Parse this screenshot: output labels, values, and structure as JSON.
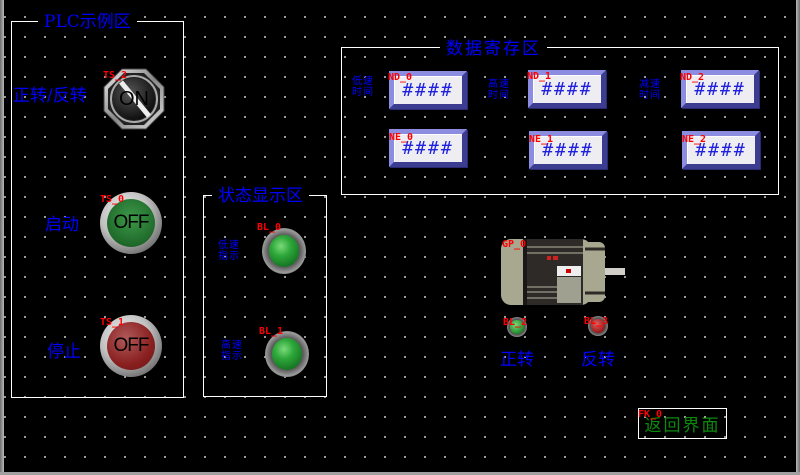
{
  "plc_area": {
    "title": "PLC示例区",
    "toggle": {
      "label": "正转/反转",
      "tag": "TS_2",
      "state_text": "ON",
      "icon": "toggle-switch-icon"
    },
    "start": {
      "label": "启动",
      "tag": "TS_0",
      "state_text": "OFF",
      "color": "#1f6a2a"
    },
    "stop": {
      "label": "停止",
      "tag": "TS_1",
      "state_text": "OFF",
      "color": "#8a2020"
    }
  },
  "data_area": {
    "title": "数据寄存区",
    "rows": [
      {
        "label_line1": "低速",
        "label_line2": "时间",
        "nd_tag": "ND_0",
        "nd_value": "####",
        "ne_tag": "NE_0",
        "ne_value": "####"
      },
      {
        "label_line1": "高速",
        "label_line2": "时间",
        "nd_tag": "ND_1",
        "nd_value": "####",
        "ne_tag": "NE_1",
        "ne_value": "####"
      },
      {
        "label_line1": "减速",
        "label_line2": "时间",
        "nd_tag": "ND_2",
        "nd_value": "####",
        "ne_tag": "NE_2",
        "ne_value": "####"
      }
    ]
  },
  "status_area": {
    "title": "状态显示区",
    "lamps": [
      {
        "label_line1": "低速",
        "label_line2": "指示",
        "tag": "BL_0",
        "color": "#2ea83a"
      },
      {
        "label_line1": "高速",
        "label_line2": "指示",
        "tag": "BL_1",
        "color": "#2ea83a"
      }
    ]
  },
  "motor": {
    "tag": "GP_0",
    "icon": "motor-icon",
    "indicators": [
      {
        "tag": "BL_2",
        "label": "正转",
        "color": "#1f8a2a"
      },
      {
        "tag": "BL_3",
        "label": "反转",
        "color": "#9a1a1a"
      }
    ]
  },
  "return_button": {
    "tag": "FK_0",
    "label": "返回界面"
  }
}
